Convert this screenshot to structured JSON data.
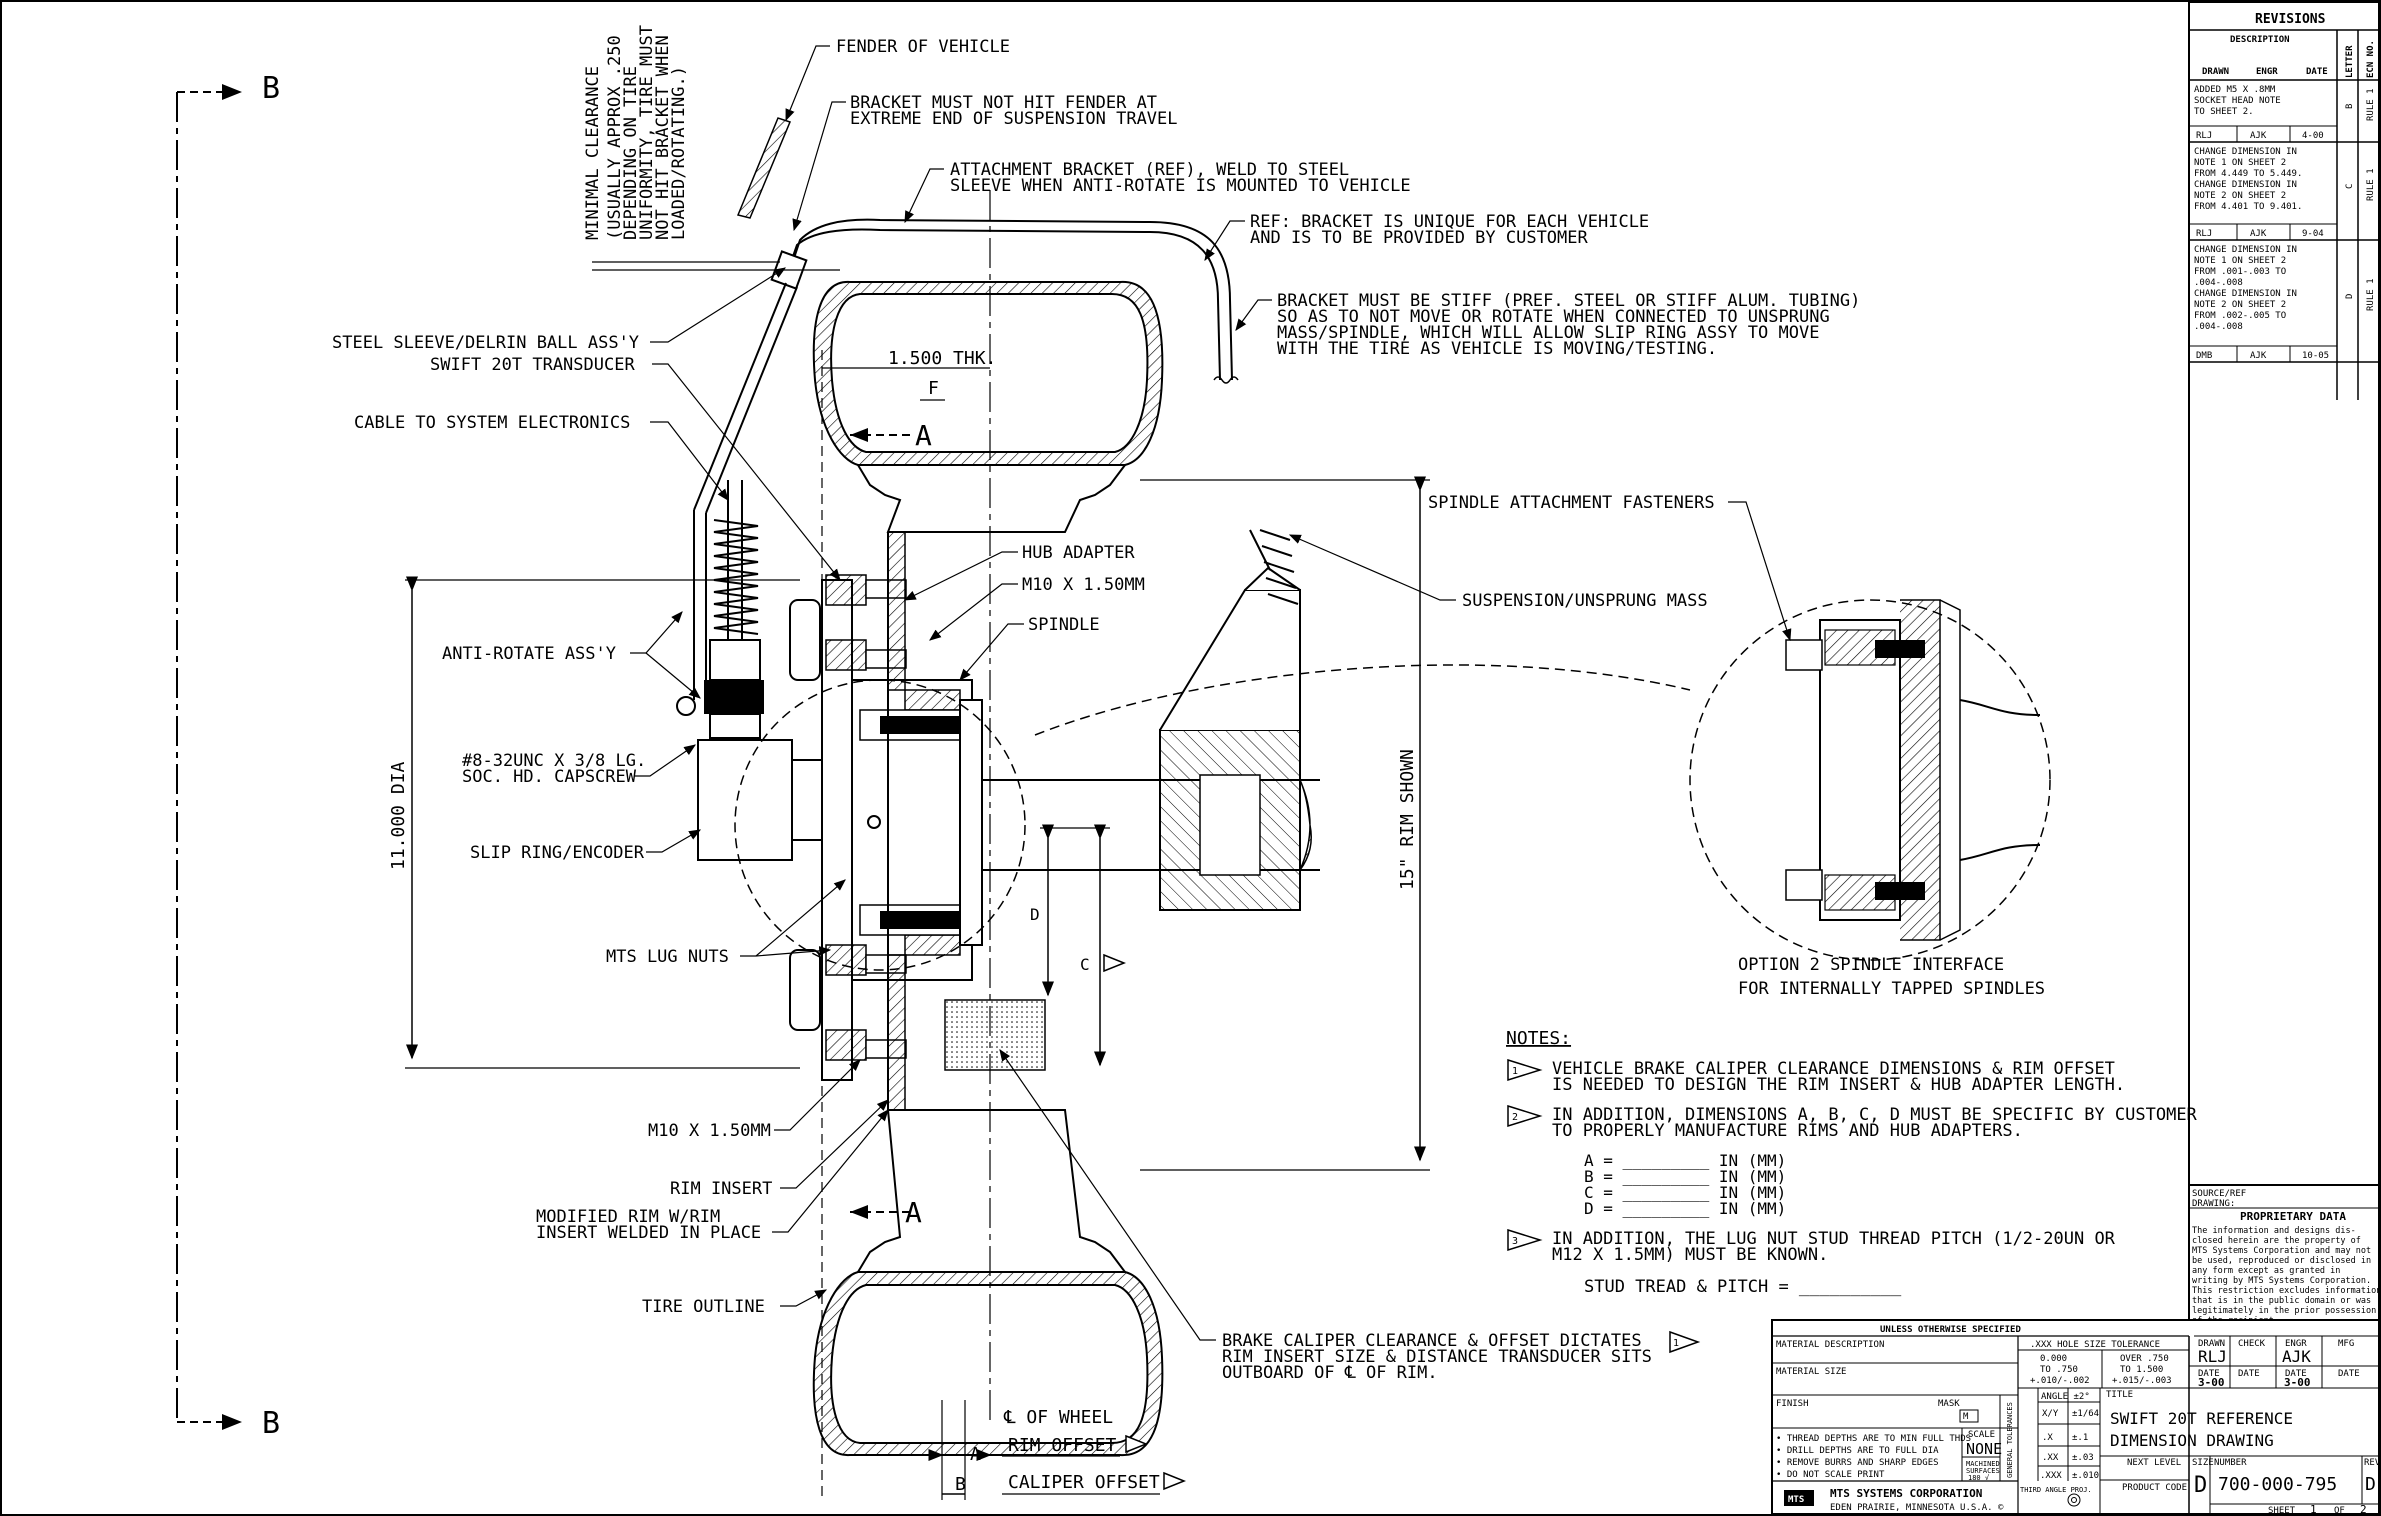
{
  "drawing": {
    "title_line1": "SWIFT 20T REFERENCE",
    "title_line2": "DIMENSION DRAWING",
    "section_marker": "B",
    "section_mark_a": "A"
  },
  "callouts": {
    "fender": "FENDER OF VEHICLE",
    "bracket_fender_1": "BRACKET MUST NOT HIT FENDER AT",
    "bracket_fender_2": "EXTREME END OF SUSPENSION TRAVEL",
    "attach_1": "ATTACHMENT BRACKET (REF), WELD TO STEEL",
    "attach_2": "SLEEVE WHEN ANTI-ROTATE IS MOUNTED TO VEHICLE",
    "ref_bracket_1": "REF: BRACKET IS UNIQUE FOR EACH VEHICLE",
    "ref_bracket_2": "AND IS TO BE PROVIDED BY CUSTOMER",
    "stiff_1": "BRACKET MUST BE STIFF (PREF. STEEL OR STIFF ALUM. TUBING)",
    "stiff_2": "SO AS TO NOT MOVE OR ROTATE WHEN CONNECTED TO UNSPRUNG",
    "stiff_3": "MASS/SPINDLE, WHICH WILL ALLOW SLIP RING ASSY TO MOVE",
    "stiff_4": "WITH THE TIRE AS VEHICLE IS MOVING/TESTING.",
    "clearance_1": "MINIMAL CLEARANCE",
    "clearance_2": "(USUALLY APPROX .250",
    "clearance_3": "DEPENDING ON TIRE",
    "clearance_4": "UNIFORMITY, TIRE MUST",
    "clearance_5": "NOT HIT BRACKET WHEN",
    "clearance_6": "LOADED/ROTATING.)",
    "steel_sleeve": "STEEL SLEEVE/DELRIN BALL ASS'Y",
    "transducer": "SWIFT 20T TRANSDUCER",
    "cable": "CABLE TO SYSTEM ELECTRONICS",
    "anti_rotate": "ANTI-ROTATE ASS'Y",
    "capscrew_1": "#8-32UNC X 3/8 LG.",
    "capscrew_2": "SOC. HD. CAPSCREW",
    "slip_ring": "SLIP RING/ENCODER",
    "lug_nuts": "MTS LUG NUTS",
    "m10_lower": "M10 X 1.50MM",
    "rim_insert": "RIM INSERT",
    "modified_rim_1": "MODIFIED RIM W/RIM",
    "modified_rim_2": "INSERT WELDED IN PLACE",
    "tire_outline": "TIRE OUTLINE",
    "hub_adapter": "HUB ADAPTER",
    "m10_upper": "M10 X 1.50MM",
    "spindle": "SPINDLE",
    "spindle_fasteners": "SPINDLE ATTACHMENT FASTENERS",
    "suspension": "SUSPENSION/UNSPRUNG MASS",
    "option2_1": "OPTION 2 SPINDLE INTERFACE",
    "option2_2": "FOR INTERNALLY TAPPED SPINDLES",
    "caliper_1": "BRAKE CALIPER CLEARANCE & OFFSET DICTATES",
    "caliper_2": "RIM INSERT SIZE & DISTANCE TRANSDUCER SITS",
    "caliper_3": "OUTBOARD OF ℄ OF RIM.",
    "wheel_cl": "℄ OF WHEEL",
    "rim_offset": "RIM OFFSET",
    "caliper_offset": "CALIPER OFFSET"
  },
  "dimensions": {
    "thk": "1.500 THK.",
    "f": "F",
    "dia": "11.000 DIA",
    "rim_shown": "15\" RIM SHOWN",
    "d": "D",
    "c": "C",
    "a": "A",
    "b": "B",
    "flag2": "2",
    "flag1": "1",
    "flag3": "3"
  },
  "notes": {
    "heading": "NOTES:",
    "n1_line1": "VEHICLE BRAKE CALIPER CLEARANCE DIMENSIONS & RIM OFFSET",
    "n1_line2": "IS NEEDED TO DESIGN THE RIM INSERT & HUB ADAPTER LENGTH.",
    "n2_line1": "IN ADDITION, DIMENSIONS A, B, C, D MUST BE SPECIFIC BY CUSTOMER",
    "n2_line2": "TO PROPERLY MANUFACTURE RIMS AND HUB ADAPTERS.",
    "a_line": "A = _________ IN (MM)",
    "b_line": "B = _________ IN (MM)",
    "c_line": "C = _________ IN (MM)",
    "d_line": "D = _________ IN (MM)",
    "n3_line1": "IN ADDITION, THE LUG NUT STUD THREAD PITCH (1/2-20UN OR",
    "n3_line2": "M12 X 1.5MM) MUST BE KNOWN.",
    "stud": "STUD TREAD & PITCH = __________"
  },
  "revisions": {
    "header": "REVISIONS",
    "col_description": "DESCRIPTION",
    "col_letter": "LETTER",
    "col_ecn": "ECN NO.",
    "col_drawn": "DRAWN",
    "col_engr": "ENGR",
    "col_date": "DATE",
    "rows": [
      {
        "desc": [
          "ADDED M5 X .8MM",
          "SOCKET HEAD NOTE",
          "TO SHEET 2."
        ],
        "letter": "B",
        "ecn": "RULE 1",
        "drawn": "RLJ",
        "engr": "AJK",
        "date": "4-00"
      },
      {
        "desc": [
          "CHANGE DIMENSION IN",
          "NOTE 1 ON SHEET 2",
          "FROM 4.449 TO 5.449.",
          "CHANGE DIMENSION IN",
          "NOTE 2 ON SHEET 2",
          "FROM 4.401 TO 9.401."
        ],
        "letter": "C",
        "ecn": "RULE 1",
        "drawn": "RLJ",
        "engr": "AJK",
        "date": "9-04"
      },
      {
        "desc": [
          "CHANGE DIMENSION IN",
          "NOTE 1 ON SHEET 2",
          "FROM .001-.003 TO",
          ".004-.008",
          "CHANGE DIMENSION IN",
          "NOTE 2 ON SHEET 2",
          "FROM .002-.005 TO",
          ".004-.008"
        ],
        "letter": "D",
        "ecn": "RULE 1",
        "drawn": "DMB",
        "engr": "AJK",
        "date": "10-05"
      }
    ]
  },
  "proprietary": {
    "source": "SOURCE/REF",
    "drawing": "DRAWING:",
    "title": "PROPRIETARY DATA",
    "lines": [
      "The information and designs dis-",
      "closed herein are the property of",
      "MTS Systems Corporation and may not",
      "be used, reproduced or disclosed in",
      "any form except as granted in",
      "writing by MTS Systems Corporation.",
      "This restriction excludes information",
      "that is in the public domain or was",
      "legitimately in the prior possession",
      "of the recipient."
    ]
  },
  "title_block": {
    "unless": "UNLESS OTHERWISE SPECIFIED",
    "material_desc": "MATERIAL DESCRIPTION",
    "material_size": "MATERIAL SIZE",
    "finish": "FINISH",
    "mask": "MASK",
    "mask_val": "M",
    "hole_tol": ".XXX HOLE SIZE TOLERANCE",
    "tol_a1": "0.000",
    "tol_a2": "TO .750",
    "tol_a3": "+.010/-.002",
    "tol_b1": "OVER .750",
    "tol_b2": "TO 1.500",
    "tol_b3": "+.015/-.003",
    "angle": "ANGLE ±2°",
    "frac": "X/Y",
    "frac_tol": "±1/64",
    "x1": ".X",
    "x1_tol": "±.1",
    "x2": ".XX",
    "x2_tol": "±.03",
    "x3": ".XXX",
    "x3_tol": "±.010",
    "general_tol": "GENERAL TOLERANCES",
    "scale": "SCALE",
    "scale_val": "NONE",
    "machined": "MACHINED",
    "surfaces": "SURFACES",
    "surf_val": "180 √",
    "note1": "• THREAD DEPTHS ARE TO MIN FULL THDS",
    "note2": "• DRILL DEPTHS ARE TO FULL DIA",
    "note3": "• REMOVE BURRS AND SHARP EDGES",
    "note4": "• DO NOT SCALE PRINT",
    "company": "MTS SYSTEMS CORPORATION",
    "city": "EDEN PRAIRIE, MINNESOTA U.S.A. ©",
    "logo": "MTS",
    "third_angle": "THIRD ANGLE PROJ.",
    "drawn_lbl": "DRAWN",
    "drawn": "RLJ",
    "check_lbl": "CHECK",
    "engr_lbl": "ENGR",
    "engr": "AJK",
    "mfg_lbl": "MFG",
    "date_lbl": "DATE",
    "date_drawn": "3-00",
    "date_engr": "3-00",
    "title_lbl": "TITLE",
    "next_level": "NEXT LEVEL",
    "product_code": "PRODUCT CODE",
    "size_lbl": "SIZE",
    "size": "D",
    "number_lbl": "NUMBER",
    "number": "700-000-795",
    "rev_lbl": "REV",
    "rev": "D",
    "sheet_lbl": "SHEET",
    "sheet": "1",
    "of_lbl": "OF",
    "of": "2"
  }
}
